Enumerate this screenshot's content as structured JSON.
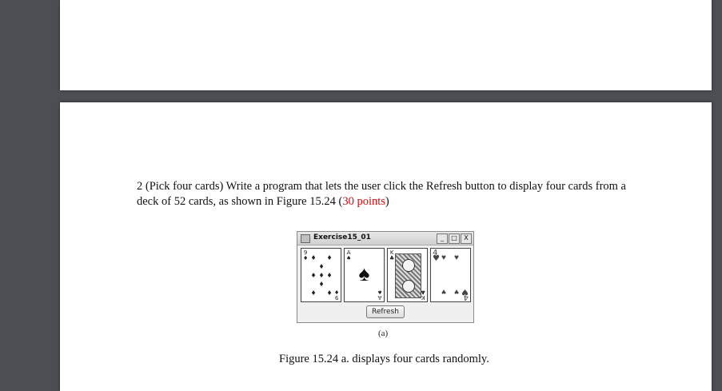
{
  "document": {
    "paragraph": {
      "text": "2 (Pick four cards) Write a program that lets the user click the Refresh button to display four cards from a deck of 52 cards, as shown in Figure 15.24 (",
      "points": "30 points",
      "close": ")"
    },
    "figure": {
      "window_title": "Exercise15_01",
      "controls": {
        "minimize": "_",
        "maximize": "□",
        "close": "X"
      },
      "cards": [
        {
          "rank": "9",
          "suit": "♦"
        },
        {
          "rank": "A",
          "suit": "♠"
        },
        {
          "rank": "K",
          "suit": "♣"
        },
        {
          "rank": "4",
          "suit": "♥"
        }
      ],
      "refresh_label": "Refresh",
      "sub_label": "(a)",
      "caption": "Figure 15.24 a. displays four cards randomly."
    },
    "colors": {
      "accent_red": "#d01010",
      "viewer_bg": "#4b4f53"
    }
  }
}
